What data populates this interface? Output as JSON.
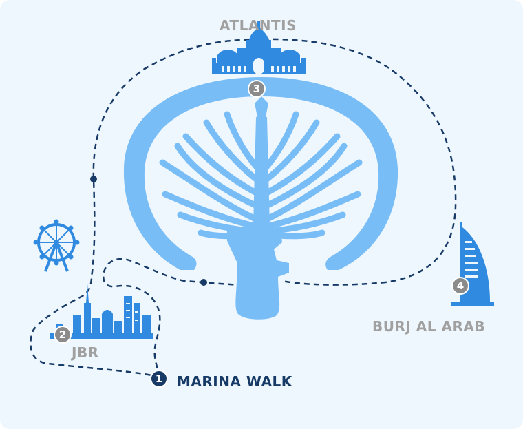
{
  "map": {
    "route_color": "#173a66",
    "land_color": "#79bdf7",
    "landmark_color": "#2f8ae0",
    "background": "#eef7fd"
  },
  "stops": [
    {
      "number": "1",
      "name": "MARINA WALK",
      "icon": "start-marker",
      "is_start": true
    },
    {
      "number": "2",
      "name": "JBR",
      "icon": "skyline-icon"
    },
    {
      "number": "3",
      "name": "ATLANTIS",
      "icon": "atlantis-palace-icon"
    },
    {
      "number": "4",
      "name": "BURJ AL ARAB",
      "icon": "burj-al-arab-icon"
    }
  ],
  "landmarks": [
    {
      "icon": "ferris-wheel-icon"
    },
    {
      "icon": "palm-island-icon"
    }
  ]
}
